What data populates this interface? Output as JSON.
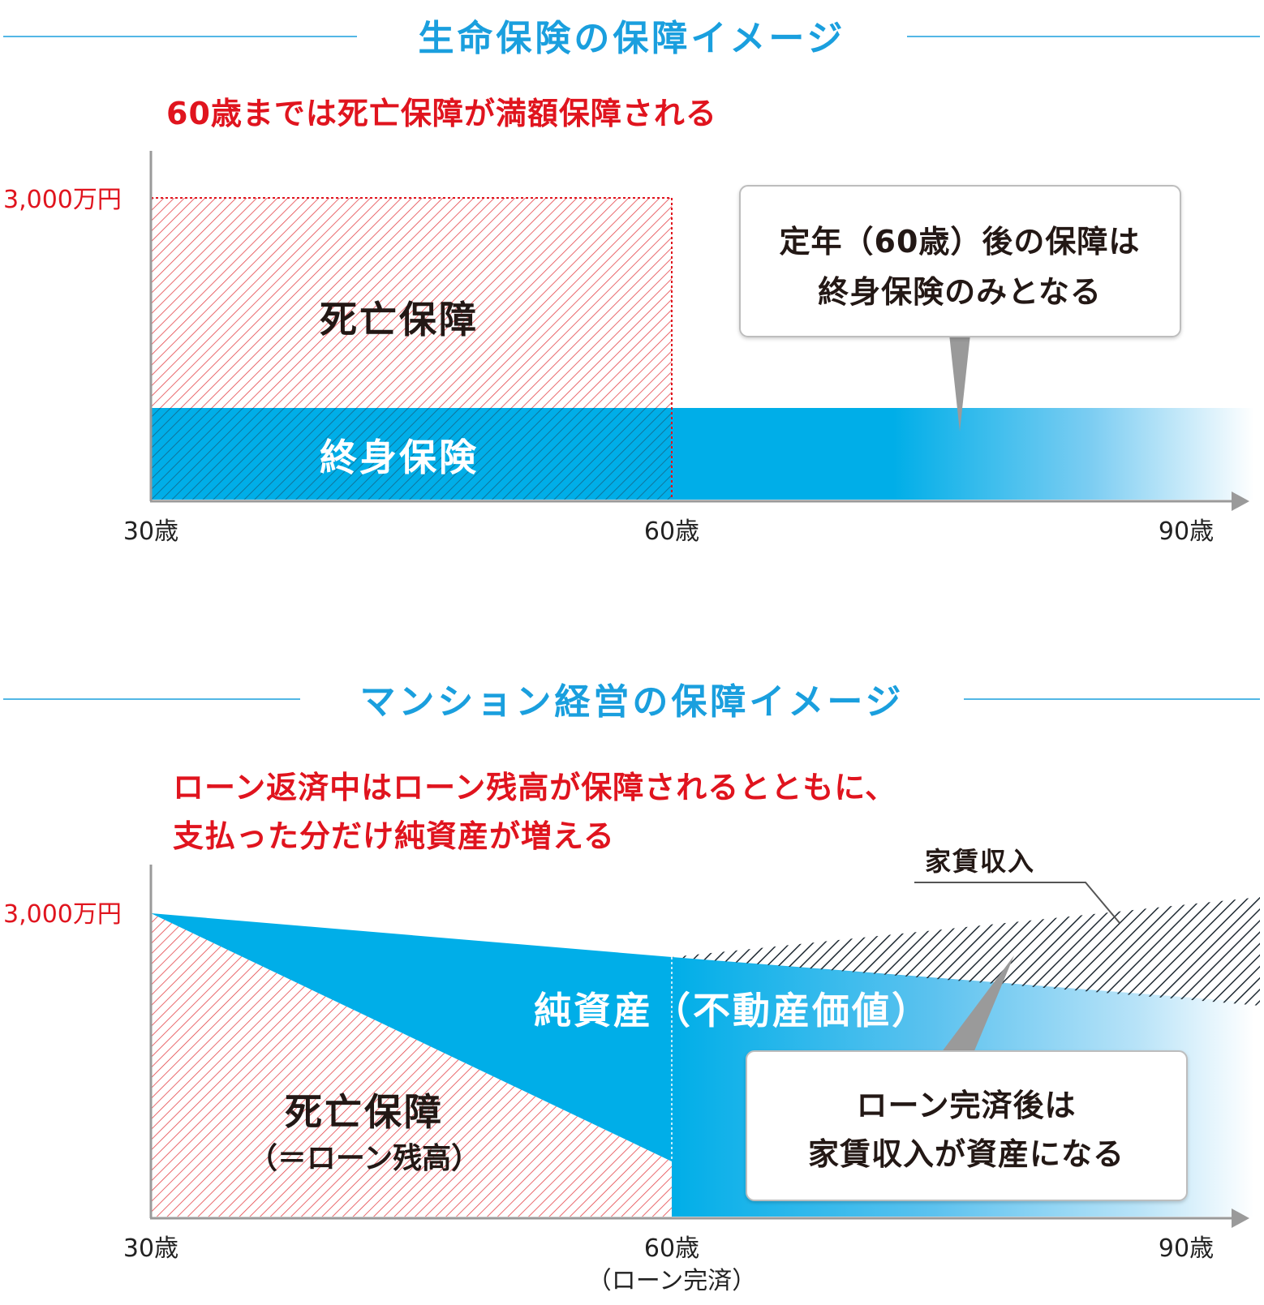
{
  "life": {
    "title": "生命保険の保障イメージ",
    "lead": "60歳までは死亡保障が満額保障される",
    "y_label": "3,000万円",
    "x_labels": [
      "30歳",
      "60歳",
      "90歳"
    ],
    "death_label": "死亡保障",
    "whole_life_label": "終身保険",
    "callout_lines": [
      "定年（60歳）後の保障は",
      "終身保険のみとなる"
    ]
  },
  "mansion": {
    "title": "マンション経営の保障イメージ",
    "lead_lines": [
      "ローン返済中はローン残高が保障されるとともに、",
      "支払った分だけ純資産が増える"
    ],
    "y_label": "3,000万円",
    "x_labels": [
      "30歳",
      "60歳",
      "90歳"
    ],
    "x_sublabel": "（ローン完済）",
    "rent_label": "家賃収入",
    "net_asset_label": "純資産（不動産価値）",
    "death_label": "死亡保障",
    "death_sublabel": "（＝ローン残高）",
    "callout_lines": [
      "ローン完済後は",
      "家賃収入が資産になる"
    ]
  },
  "colors": {
    "title_blue": "#1a9fde",
    "lead_red": "#e0141e",
    "area_blue": "#00aee8",
    "hatch_red": "#e5454a",
    "hatch_dark": "#1f2a33",
    "axis_gray": "#9a9a9a"
  }
}
